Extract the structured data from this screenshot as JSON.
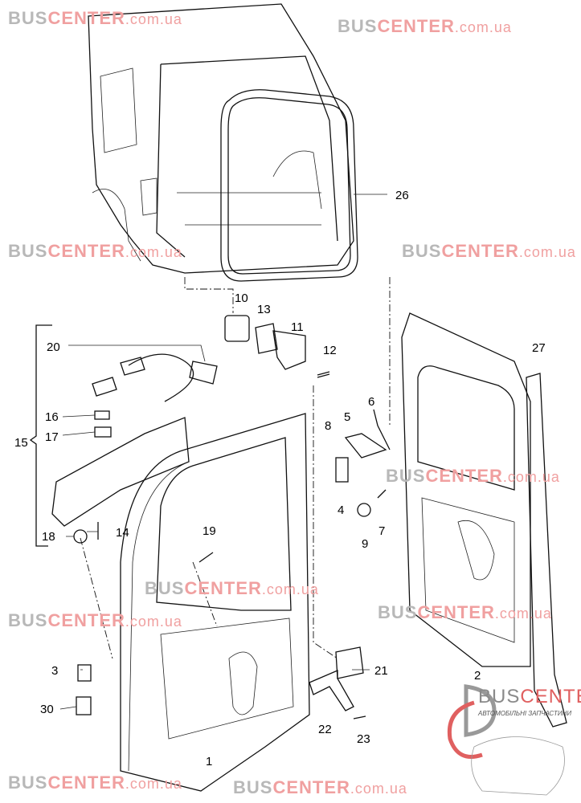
{
  "watermark": {
    "part1": "BUS",
    "part2": "CENTER",
    "part3": ".com.ua"
  },
  "logo": {
    "brand_part1": "BUS",
    "brand_part2": "CENTER",
    "tagline": "АВТОМОБІЛЬНІ ЗАПЧАСТИНИ"
  },
  "callouts": {
    "n26": "26",
    "n10": "10",
    "n13": "13",
    "n11": "11",
    "n12": "12",
    "n20": "20",
    "n6": "6",
    "n27": "27",
    "n16": "16",
    "n5": "5",
    "n8": "8",
    "n17": "17",
    "n15": "15",
    "n4": "4",
    "n7": "7",
    "n18": "18",
    "n14": "14",
    "n9": "9",
    "n19": "19",
    "n3": "3",
    "n21": "21",
    "n2": "2",
    "n30": "30",
    "n22": "22",
    "n23": "23",
    "n1": "1"
  },
  "colors": {
    "watermark_gray": "#b8b8b8",
    "watermark_red": "#f0a0a0",
    "logo_red": "#e06060"
  }
}
